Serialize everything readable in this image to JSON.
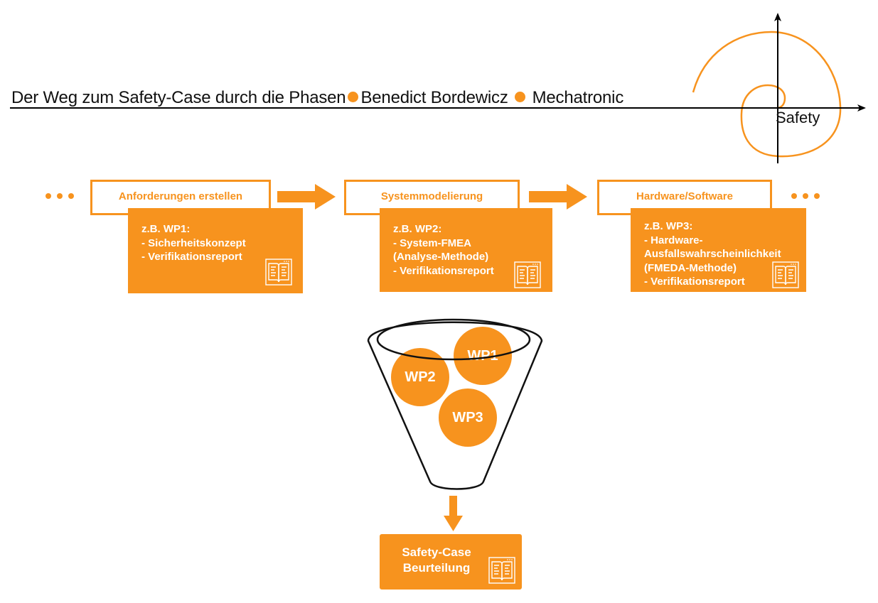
{
  "header": {
    "title_part1": "Der Weg zum Safety-Case durch die Phasen",
    "title_part2": "Benedict Bordewicz",
    "title_part3": "Mechatronic",
    "separator_color": "#f7931e"
  },
  "logo": {
    "label": "Safety",
    "icon": "spiral-axes-icon",
    "spiral_color": "#f7931e"
  },
  "phases": [
    {
      "title": "Anforderungen erstellen",
      "work_product": {
        "lines": [
          "z.B. WP1:",
          "- Sicherheitskonzept",
          "- Verifikationsreport"
        ],
        "icon": "book-icon"
      }
    },
    {
      "title": "Systemmodelierung",
      "work_product": {
        "lines": [
          "z.B. WP2:",
          "- System-FMEA",
          "(Analyse-Methode)",
          "- Verifikationsreport"
        ],
        "icon": "book-icon"
      }
    },
    {
      "title": "Hardware/Software",
      "work_product": {
        "lines": [
          "z.B. WP3:",
          "- Hardware-",
          "Ausfallswahrscheinlichkeit",
          "(FMEDA-Methode)",
          "- Verifikationsreport"
        ],
        "icon": "book-icon"
      }
    }
  ],
  "funnel": {
    "items": [
      "WP1",
      "WP2",
      "WP3"
    ]
  },
  "result": {
    "lines": [
      "Safety-Case",
      "Beurteilung"
    ],
    "icon": "book-icon"
  },
  "colors": {
    "accent": "#f7931e",
    "text": "#111111",
    "white": "#ffffff"
  }
}
